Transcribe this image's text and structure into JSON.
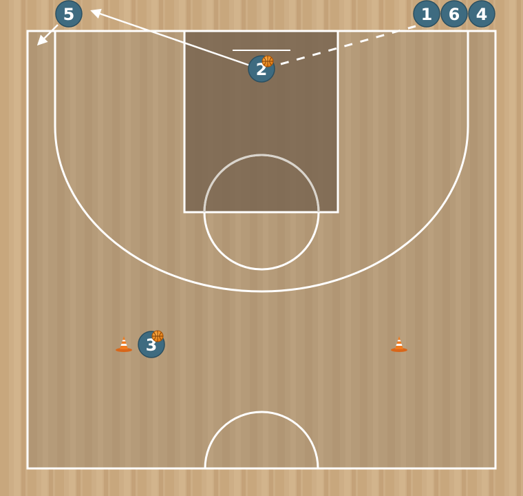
{
  "colors": {
    "floor": "#c9a97f",
    "court_inner": "#b59b79",
    "paint": "#7d6a55",
    "lines": "#ffffff",
    "player": "#3e6b80",
    "player_border": "#2b4f60",
    "ball": "#f08a1c",
    "cone": "#f07a1e"
  },
  "players": [
    {
      "label": "5",
      "role": "player"
    },
    {
      "label": "1",
      "role": "player"
    },
    {
      "label": "6",
      "role": "player"
    },
    {
      "label": "4",
      "role": "player"
    },
    {
      "label": "2",
      "role": "player",
      "has_ball": true
    },
    {
      "label": "3",
      "role": "player",
      "has_ball": true
    }
  ],
  "cones": [
    "cone",
    "cone"
  ],
  "actions": [
    {
      "type": "pass",
      "from": "2",
      "to": "5"
    },
    {
      "type": "dribble",
      "from": "1",
      "to": "2"
    },
    {
      "type": "cut",
      "from": "5"
    }
  ]
}
